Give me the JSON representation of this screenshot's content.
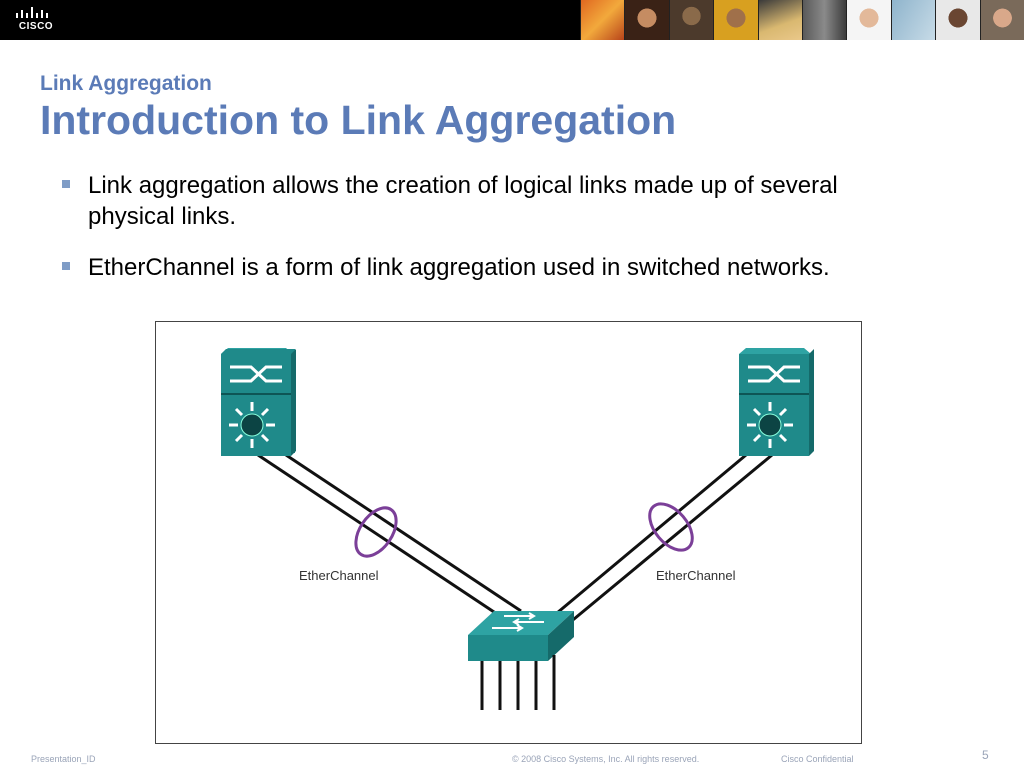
{
  "header": {
    "logo_text": "CISCO",
    "logo_icon": "cisco-bridge-logo-icon",
    "photo_strip_count": 10
  },
  "slide": {
    "subtitle": "Link Aggregation",
    "title": "Introduction to Link Aggregation",
    "bullets": [
      "Link aggregation allows the creation of logical links made up of several physical links.",
      "EtherChannel is a form of link aggregation used in switched networks."
    ]
  },
  "diagram": {
    "labels": {
      "left_channel": "EtherChannel",
      "right_channel": "EtherChannel"
    },
    "nodes": [
      "multilayer-switch-left",
      "multilayer-switch-right",
      "access-switch"
    ],
    "colors": {
      "device": "#1f8a8a",
      "device_dark": "#156a6a",
      "ellipse": "#7b3f98",
      "link": "#111111"
    }
  },
  "footer": {
    "left": "Presentation_ID",
    "copyright": "© 2008 Cisco Systems, Inc. All rights reserved.",
    "confidential": "Cisco Confidential",
    "page": "5"
  }
}
